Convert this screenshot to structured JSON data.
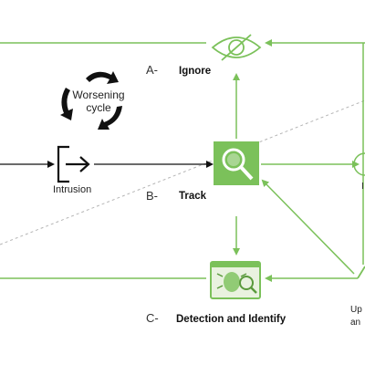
{
  "colors": {
    "accent": "#7bc15a",
    "arrow_dark": "#111111",
    "dashed": "#b5b5b5"
  },
  "cycle": {
    "line1": "Worsening",
    "line2": "cycle"
  },
  "options": {
    "a": {
      "letter": "A-",
      "label": "Ignore",
      "icon": "eye-slash-icon"
    },
    "b": {
      "letter": "B-",
      "label": "Track",
      "icon": "magnifier-screen-icon"
    },
    "c": {
      "letter": "C-",
      "label": "Detection and Identify",
      "icon": "bug-screen-icon"
    }
  },
  "intrusion": {
    "label": "Intrusion",
    "icon": "login-arrow-icon"
  },
  "right_labels": {
    "partial_1": "I",
    "partial_2_line1": "Up",
    "partial_2_line2": "an"
  }
}
